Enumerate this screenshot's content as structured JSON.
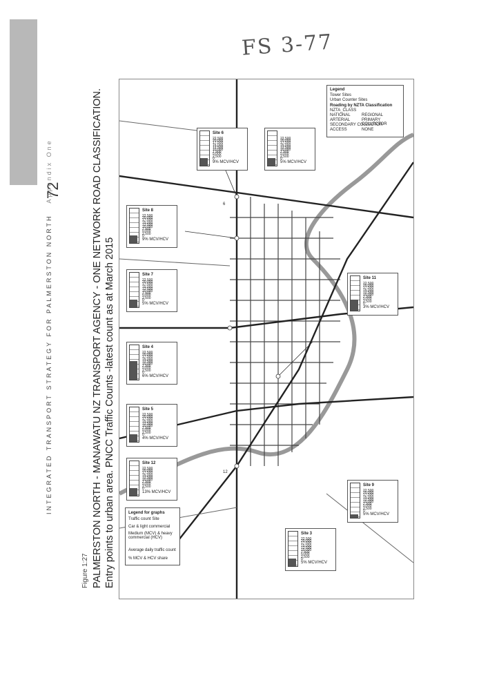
{
  "handwritten_note": "FS 3-77",
  "page_number": "72",
  "running_head": {
    "title": "INTEGRATED TRANSPORT STRATEGY FOR PALMERSTON NORTH",
    "appendix": "Appendix One"
  },
  "figure": {
    "label": "Figure 1:27",
    "title_line1": "PALMERSTON NORTH - MANAWATU NZ TRANSPORT AGENCY - ONE NETWORK ROAD CLASSIFICATION.",
    "title_line2": "Entry points to urban area. PNCC Traffic Counts -latest count as at March 2015"
  },
  "legend_graphs": {
    "title": "Legend for graphs",
    "subtitle": "Traffic count Site",
    "car_light": "Car & light commercial",
    "medium_heavy": "Medium (MCV) & heavy commercial (HCV)",
    "axis_label": "Average daily traffic count",
    "share_label": "% MCV & HCV share"
  },
  "map_legend": {
    "title": "Legend",
    "items": [
      "Tower Sites",
      "Urban Counter Sites"
    ],
    "roading_title": "Roading by NZTA Classification",
    "class_field": "NZTA_CLASS",
    "classes": [
      "NATIONAL",
      "REGIONAL",
      "ARTERIAL",
      "PRIMARY COLLECTOR",
      "SECONDARY COLLECTOR",
      "ACCESS",
      "NONE"
    ]
  },
  "chart_data": {
    "type": "bar",
    "title": "",
    "ylabel": "Average daily traffic count",
    "ylim": [
      0,
      22500
    ],
    "yticks": [
      "22,500",
      "20,000",
      "17,500",
      "15,000",
      "12,500",
      "10,000",
      "7,500",
      "5,000",
      "2,500",
      "0"
    ],
    "series": [
      {
        "site": "Site 6",
        "mcv_hcv_share": "9% MCV/HCV",
        "value": 5000
      },
      {
        "site": "Site 8",
        "mcv_hcv_share": "9% MCV/HCV",
        "value": 5000
      },
      {
        "site": "Site 7",
        "mcv_hcv_share": "5% MCV/HCV",
        "value": 5000
      },
      {
        "site": "Site 4",
        "mcv_hcv_share": "6% MCV/HCV",
        "value": 12500
      },
      {
        "site": "Site 5",
        "mcv_hcv_share": "4% MCV/HCV",
        "value": 5000
      },
      {
        "site": "Site 12",
        "mcv_hcv_share": "13% MCV/HCV",
        "value": 5000
      },
      {
        "site": "Site 3",
        "mcv_hcv_share": "5% MCV/HCV",
        "value": 5000
      },
      {
        "site": "Site 11",
        "mcv_hcv_share": "3% MCV/HCV",
        "value": 7500
      },
      {
        "site": "Site 9",
        "mcv_hcv_share": "5% MCV/HCV",
        "value": 2500
      },
      {
        "site": "",
        "mcv_hcv_share": "5% MCV/HCV",
        "value": 5000
      }
    ]
  },
  "chart_markers": [
    "6",
    "12"
  ]
}
